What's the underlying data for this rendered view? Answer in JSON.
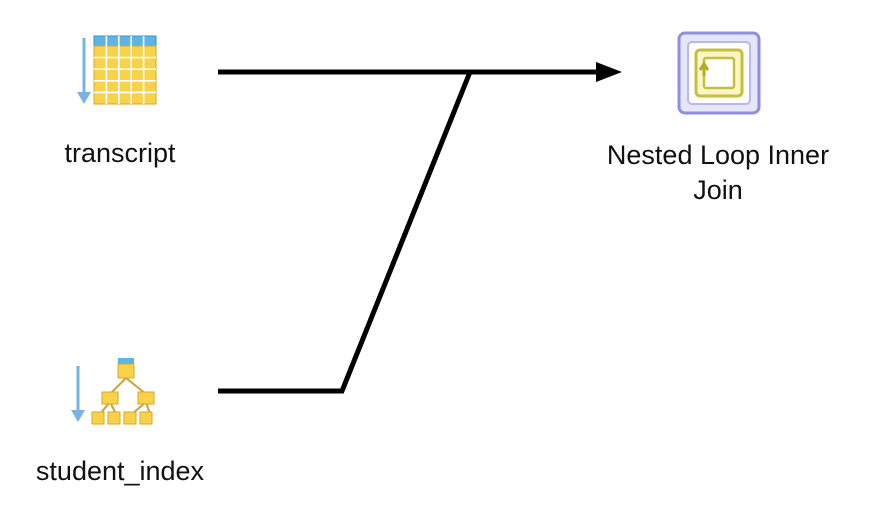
{
  "nodes": {
    "transcript": {
      "label": "transcript",
      "icon": "table-scan-icon"
    },
    "student_index": {
      "label": "student_index",
      "icon": "index-scan-icon"
    },
    "join": {
      "label_line1": "Nested Loop Inner",
      "label_line2": "Join",
      "icon": "nested-loop-icon"
    }
  },
  "colors": {
    "edge": "#000000",
    "table_fill": "#f7d24a",
    "table_header": "#5fb4e6",
    "arrow_down": "#7ab2e0",
    "loop_frame": "#8f8fe0",
    "loop_inner": "#d9d24a"
  }
}
